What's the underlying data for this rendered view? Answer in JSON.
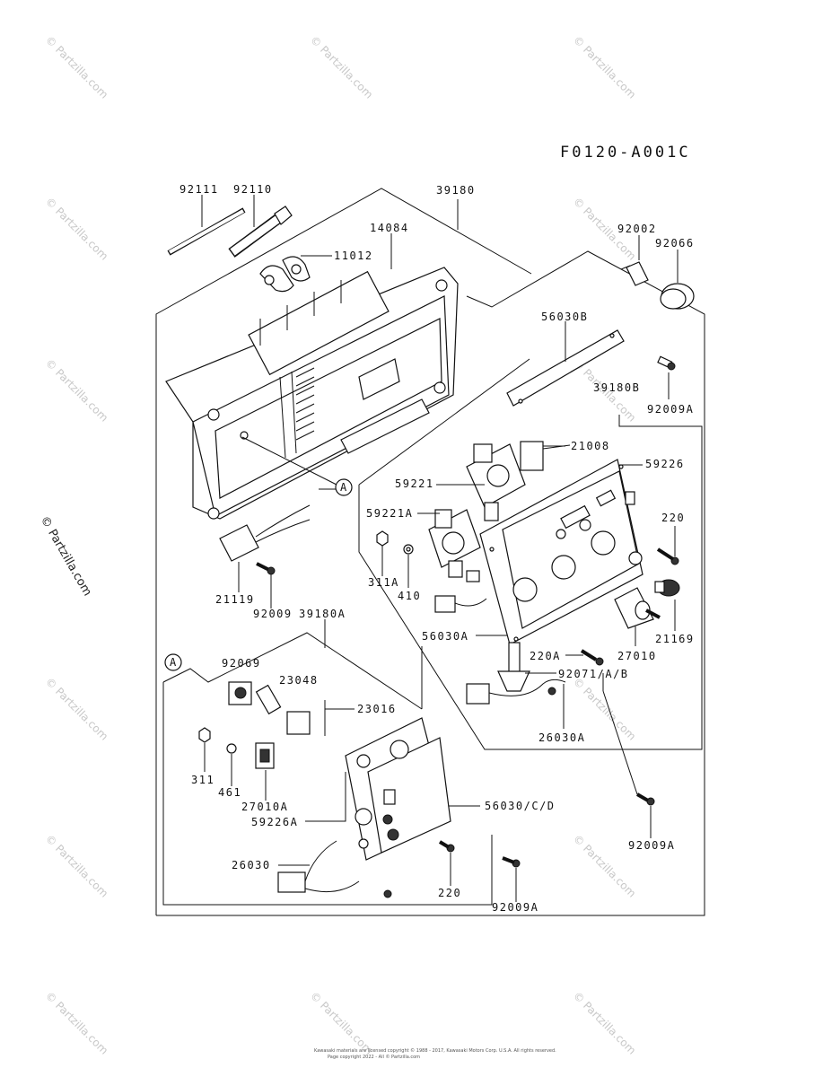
{
  "diagram_code": "F0120-A001C",
  "side_watermark": "© Partzilla.com",
  "watermark_text": "© Partzilla.com",
  "footer": {
    "line1": "Kawasaki materials are licensed copyright © 1988 - 2017, Kawasaki Motors Corp. U.S.A. All rights reserved.",
    "line2": "Page copyright 2022 - All © Partzilla.com"
  },
  "parts": {
    "p92111": "92111",
    "p92110": "92110",
    "p39180": "39180",
    "p14084": "14084",
    "p11012": "11012",
    "p92002": "92002",
    "p92066": "92066",
    "p56030B": "56030B",
    "p92009A_1": "92009A",
    "p39180B": "39180B",
    "p21008": "21008",
    "p59226": "59226",
    "p59221": "59221",
    "p59221A": "59221A",
    "p220_1": "220",
    "p311A": "311A",
    "p410": "410",
    "p21119": "21119",
    "p92009": "92009",
    "p39180A": "39180A",
    "p56030A": "56030A",
    "p220A": "220A",
    "p27010": "27010",
    "p21169": "21169",
    "p92071": "92071/A/B",
    "p26030A": "26030A",
    "p92069": "92069",
    "p23048": "23048",
    "p23016": "23016",
    "p311": "311",
    "p461": "461",
    "p27010A": "27010A",
    "p59226A": "59226A",
    "p56030CD": "56030/C/D",
    "p26030": "26030",
    "p220_2": "220",
    "p92009A_2": "92009A",
    "p92009A_3": "92009A",
    "refA_1": "A",
    "refA_2": "A"
  }
}
